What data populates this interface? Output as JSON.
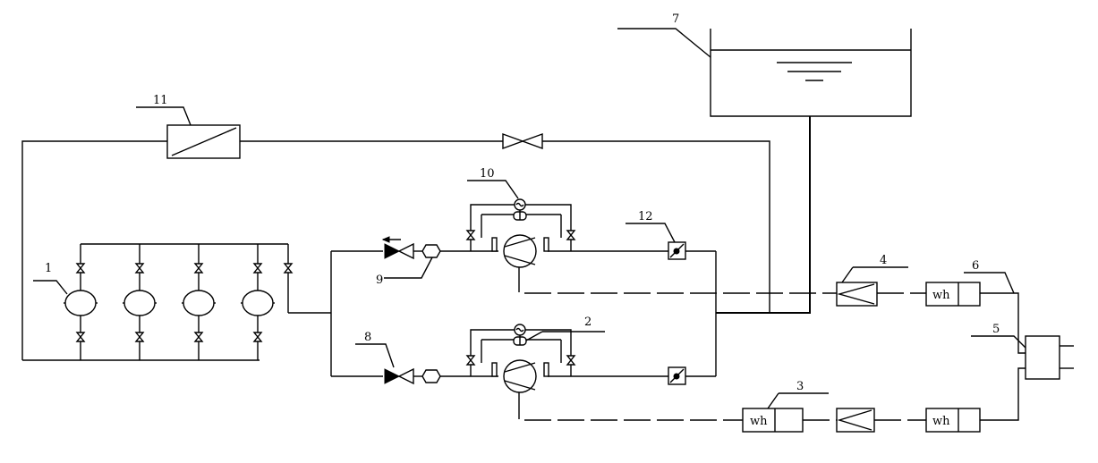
{
  "labels": {
    "l1": "1",
    "l2": "2",
    "l3": "3",
    "l4": "4",
    "l5": "5",
    "l6": "6",
    "l7": "7",
    "l8": "8",
    "l9": "9",
    "l10": "10",
    "l11": "11",
    "l12": "12"
  },
  "meter_text": "wh"
}
